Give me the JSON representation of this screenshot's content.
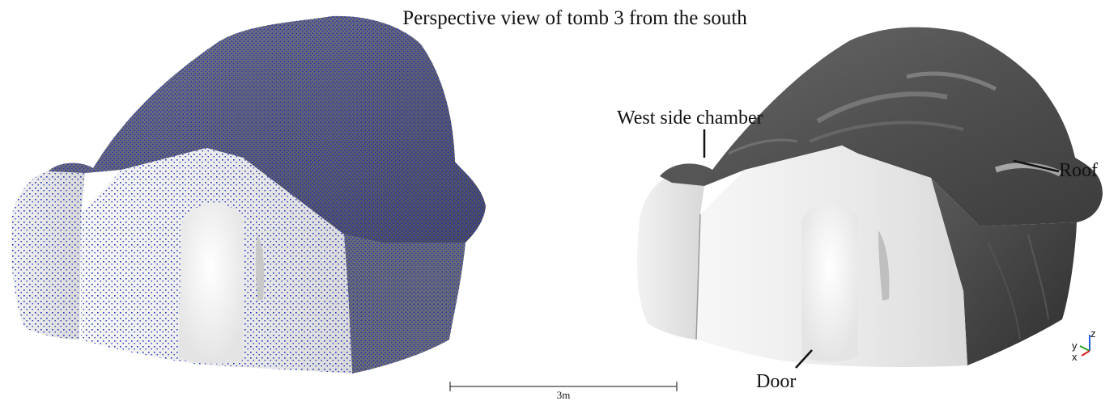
{
  "figure": {
    "title": "Perspective view of  tomb 3 from the south",
    "scale_bar": {
      "label": "3m"
    },
    "annotations": {
      "west_side_chamber": "West side chamber",
      "roof": "Roof",
      "door": "Door"
    },
    "axis_triad": {
      "x": "x",
      "y": "y",
      "z": "z"
    },
    "colors": {
      "point_cloud": "#1a2fb8",
      "roof_shading": "#4a4a4a",
      "wall_shading": "#eeeeee",
      "axis_x": "#d62020",
      "axis_y": "#20a020",
      "axis_z": "#2060e0"
    }
  }
}
